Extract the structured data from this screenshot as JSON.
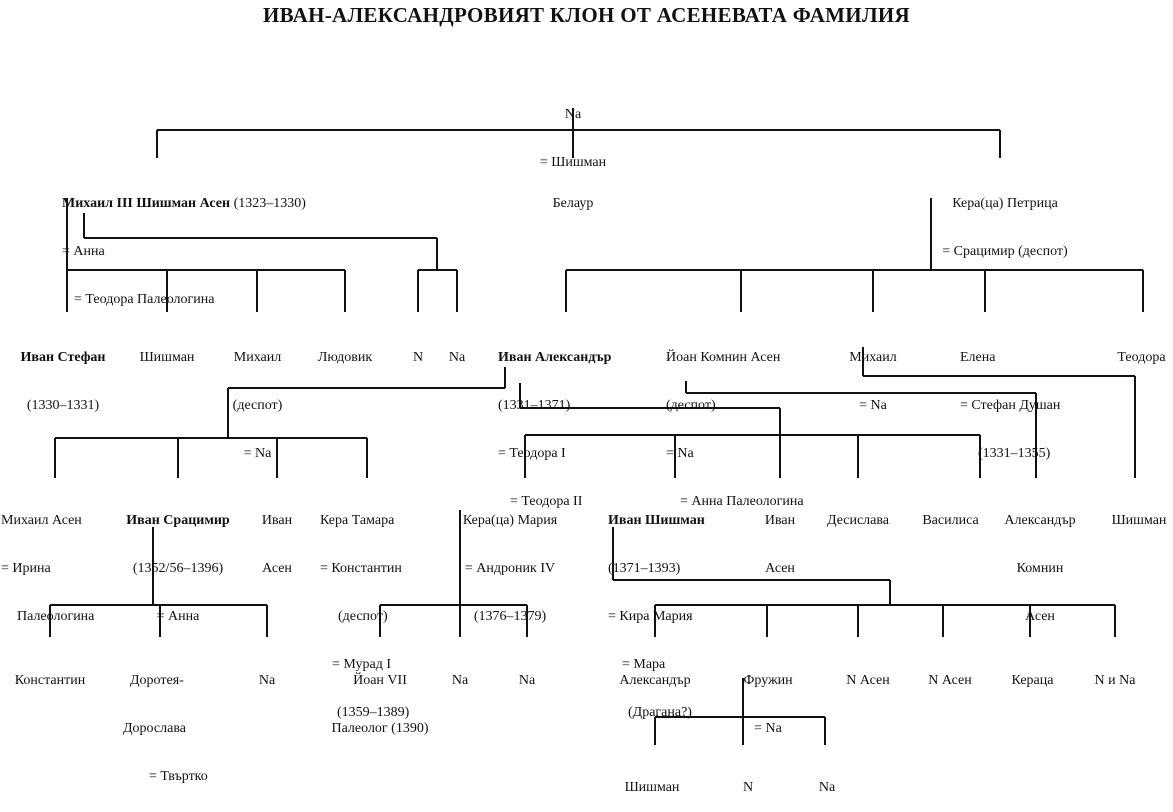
{
  "title": "ИВАН-АЛЕКСАНДРОВИЯТ КЛОН ОТ АСЕНЕВАТА ФАМИЛИЯ",
  "people": {
    "root": {
      "name": "Na",
      "spouse": "= Шишман"
    },
    "mihail3": {
      "name": "Михаил III Шишман Асен",
      "dates": " (1323–1330)",
      "spouse": "= Анна",
      "spouse2": "= Теодора Палеологина"
    },
    "belaur": {
      "name": "Белаур"
    },
    "kera_petrica": {
      "name": "Кера(ца) Петрица",
      "spouse": "= Срацимир (деспот)"
    },
    "ivan_stefan": {
      "name": "Иван Стефан",
      "dates": "(1330–1331)"
    },
    "shishman1": {
      "name": "Шишман"
    },
    "mihail_despot": {
      "name": "Михаил",
      "title": "(деспот)",
      "spouse": "= Na"
    },
    "lyudovik": {
      "name": "Людовик"
    },
    "n1": {
      "name": "N"
    },
    "na1": {
      "name": "Na"
    },
    "ivan_aleksandar": {
      "name": "Иван Александър",
      "dates": "(1331–1371)",
      "spouse": "= Теодора I",
      "spouse2": "= Теодора II"
    },
    "yoan_komnin": {
      "name": "Йоан Комнин Асен",
      "title": "(деспот)",
      "spouse": "= Na",
      "spouse2": "= Анна Палеологина"
    },
    "mihail2": {
      "name": "Михаил",
      "spouse": "= Na"
    },
    "elena": {
      "name": "Елена",
      "spouse": "= Стефан Душан",
      "dates": "(1331–1355)"
    },
    "teodora": {
      "name": "Теодора"
    },
    "mihail_asen": {
      "name": "Михаил Асен",
      "spouse": "= Ирина",
      "spouse_cont": "Палеологина"
    },
    "ivan_sracimir": {
      "name": "Иван Срацимир",
      "dates": "(1352/56–1396)",
      "spouse": "= Анна"
    },
    "ivan_asen1": {
      "name": "Иван",
      "name2": "Асен"
    },
    "kera_tamara": {
      "name": "Кера Тамара",
      "spouse": "= Константин",
      "spouse_title": "(деспот)",
      "spouse2": "= Мурад I",
      "spouse2_dates": "(1359–1389)"
    },
    "kera_mariya": {
      "name": "Кера(ца) Мария",
      "spouse": "= Андроник IV",
      "dates": "(1376–1379)"
    },
    "ivan_shishman": {
      "name": "Иван Шишман",
      "dates": "(1371–1393)",
      "spouse": "= Кира Мария",
      "spouse2": "= Мара",
      "spouse2_note": "(Драгана?)"
    },
    "ivan_asen2": {
      "name": "Иван",
      "name2": "Асен"
    },
    "desislava": {
      "name": "Десислава"
    },
    "vasilisa": {
      "name": "Василиса"
    },
    "aleksandar_komnin": {
      "name": "Александър",
      "name2": "Комнин",
      "name3": "Асен"
    },
    "shishman2": {
      "name": "Шишман"
    },
    "konstantin": {
      "name": "Константин"
    },
    "doroteya": {
      "name": "Доротея-",
      "name2": "Дорослава",
      "spouse": "= Твъртко"
    },
    "na2": {
      "name": "Na"
    },
    "yoan7": {
      "name": "Йоан VII",
      "name2": "Палеолог (1390)"
    },
    "na3": {
      "name": "Na"
    },
    "na4": {
      "name": "Na"
    },
    "aleksandar": {
      "name": "Александър"
    },
    "fruzhin": {
      "name": "Фружин",
      "spouse": "= Na"
    },
    "n_asen1": {
      "name": "N Асен"
    },
    "n_asen2": {
      "name": "N Асен"
    },
    "keraca": {
      "name": "Кераца"
    },
    "n_i_na": {
      "name": "N и Na"
    },
    "shishman3": {
      "name": "Шишман"
    },
    "n2": {
      "name": "N"
    },
    "na5": {
      "name": "Na"
    }
  }
}
